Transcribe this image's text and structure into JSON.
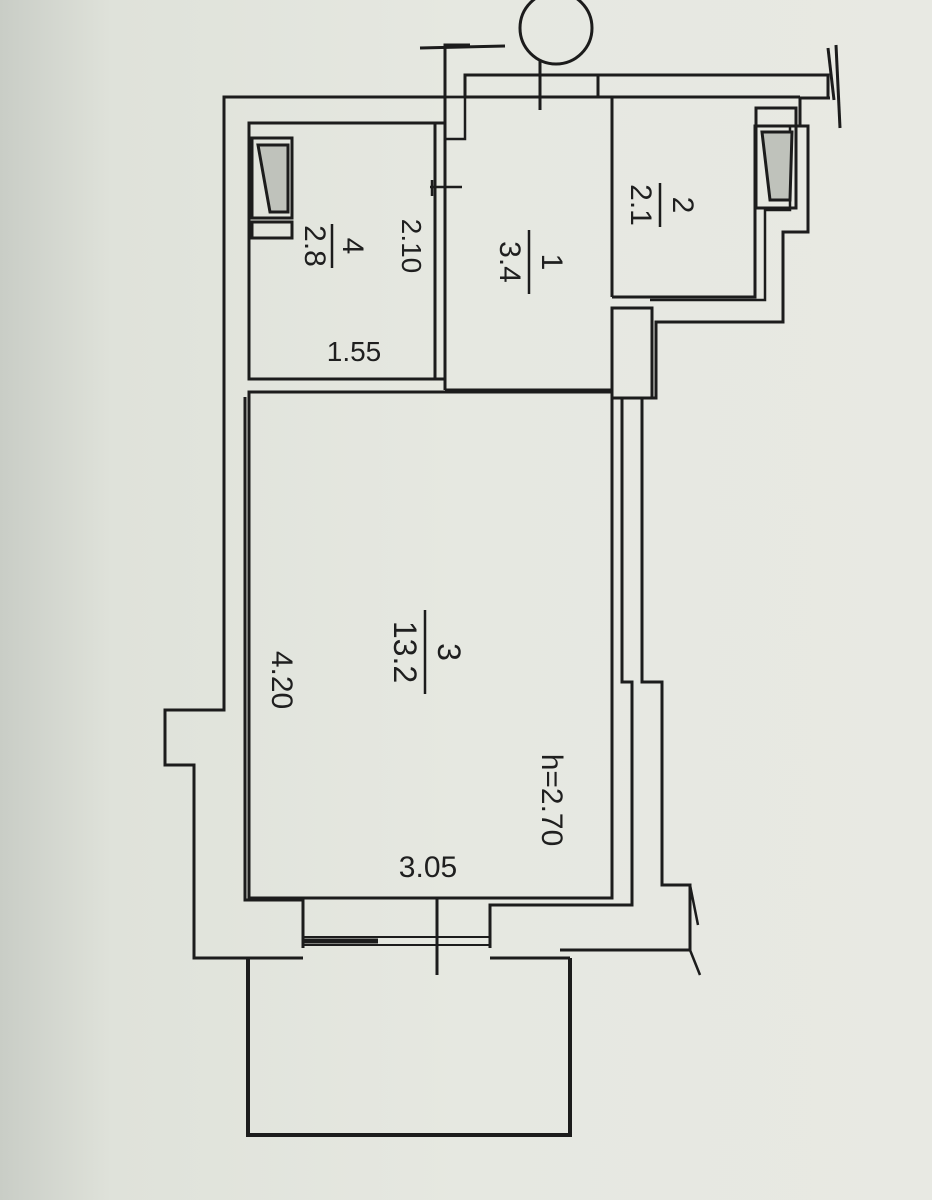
{
  "plan": {
    "colors": {
      "paper": "#e6e8e1",
      "line": "#1c1c1c",
      "wall": "#dadcd5"
    },
    "rooms": [
      {
        "id": "1",
        "number": "1",
        "area": "3.4"
      },
      {
        "id": "2",
        "number": "2",
        "area": "2.1"
      },
      {
        "id": "3",
        "number": "3",
        "area": "13.2"
      },
      {
        "id": "4",
        "number": "4",
        "area": "2.8"
      }
    ],
    "dimensions": {
      "bath_width": "2.10",
      "bath_depth": "1.55",
      "room_length": "4.20",
      "room_width": "3.05",
      "ceiling_height": "h=2.70"
    },
    "icons": [
      "axis-circle-icon",
      "window-icon"
    ]
  }
}
